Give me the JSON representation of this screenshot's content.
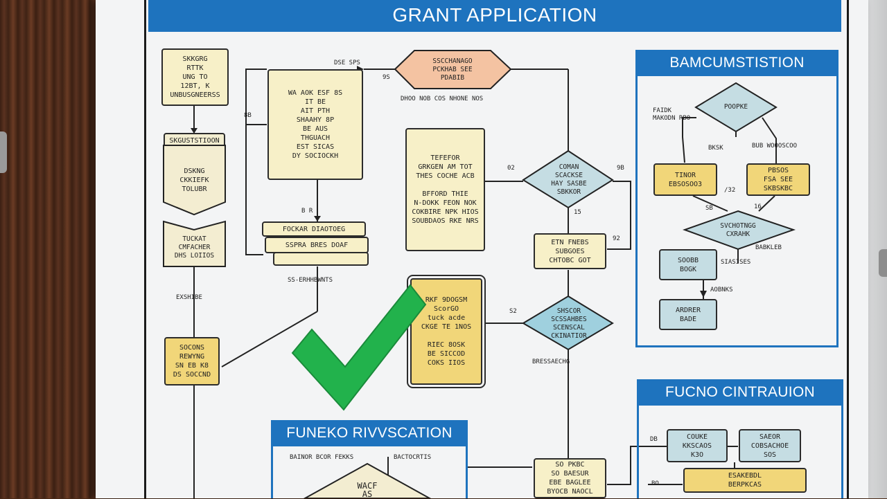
{
  "title": "GRANT APPLICATION",
  "sections": {
    "right_top": "BAMCUMSTISTION",
    "right_bottom": "FUCNO CINTRAUION",
    "bottom_mid": "FUNEKO RIVVSCATION"
  },
  "boxes": {
    "b1": "SKKGRG\nRTTK\nUNG TO\n12BT, K\nUNBUSGNEERSS",
    "b2": "WA  AOK  ESF  8S\nIT   BE\nAIT  PTH\nSHAAHY 8P\nBE AUS\nTHGUACH\nEST SICAS\nDY SOCIOCKH",
    "b3": "SKGUSTSTIOON",
    "b4": "DSKNG\nCKKIEFK\nTOLUBR",
    "b5": "TUCKAT\nCMFACHER\nDHS LOIIOS",
    "b6": "FOCKAR DIAOTOEG",
    "b6b": "SSPRA BRES DOAF",
    "b7": "TEFEFOR\nGRKGEN AM TOT\nTHES  COCHE ACB\n\nBFFORD THIE\nN-DOKK FEON NOK\nCOKBIRE NPK HIOS\nSOUBDAOS RKE NRS",
    "b8": "RKF 9DOGSM\nScorGO\ntuck acde\nCKGE TE 1NOS\n\nRIEC 8OSK\nBE SICCOD\nCOKS IIOS",
    "b9": "SOCONS\nREWYNG\nSN EB K8\nDS SOCCND",
    "b10": "ETN  FNEBS\nSUBGOES\nCHTOBC GOT",
    "b11": "SO PKBC\nSO BAESUR\nEBE BAGLEE\nBYOCB NAOCL",
    "r1": "TINOR\nEBSOSOO3",
    "r2": "PBSOS\nFSA SEE\nSKBSKBC",
    "r3": "SOOBB\nBOGK",
    "r4": "ARDRER\nBADE",
    "f1": "COUKE\nKKSCAOS\nK3O",
    "f2": "SAEOR\nCOBSACHOE\nSOS",
    "f3": "ESAKEBDL\nBERPKCAS"
  },
  "diamonds": {
    "d1": "SSCCHANAGO\nPCKHAB SEE\nPDABIB",
    "d2": "COMAN\nSCACKSE\nHAY SASBE\nSBKKOR",
    "d3": "SHSCOR\nSCSSAHBES\nSCENSCAL\nCKINATIOR",
    "d4": "POOPKE",
    "d5": "SVCHOTNGG\nCXRAHK",
    "d6": "WACF\nAS"
  },
  "labels": {
    "l1": "DSE SPS",
    "l2": "9S",
    "l3": "DHOO NOB COS NHONE NOS",
    "l4": "8B",
    "l5": "02",
    "l6": "9B",
    "l7": "15",
    "l8": "92",
    "l9": "B  R",
    "l10": "SS-ERHHBWNTS",
    "l11": "EXSHIBE",
    "l12": "S2",
    "l13": "BRESSAECHG",
    "l14": "BAINOR BCOR FEKKS",
    "l15": "BACTOCRTIS",
    "l16": "FAIDK\nMAKODN RBO",
    "l17": "BKSK",
    "l18": "BUB WOOOSCOO",
    "l19": "/32",
    "l20": "SB",
    "l21": "16",
    "l22": "BABKLEB",
    "l23": "SIASISES",
    "l24": "AOBNKS",
    "l25": "DB",
    "l26": "BO"
  },
  "colors": {
    "header_blue": "#1e73be",
    "box_yellow": "#f4e7a8",
    "box_gold": "#f1d679",
    "diamond_teal": "#c5dde3",
    "diamond_peach": "#f4c3a2",
    "checkmark_green": "#22b24c"
  },
  "icons": {
    "checkmark": "checkmark-icon"
  }
}
